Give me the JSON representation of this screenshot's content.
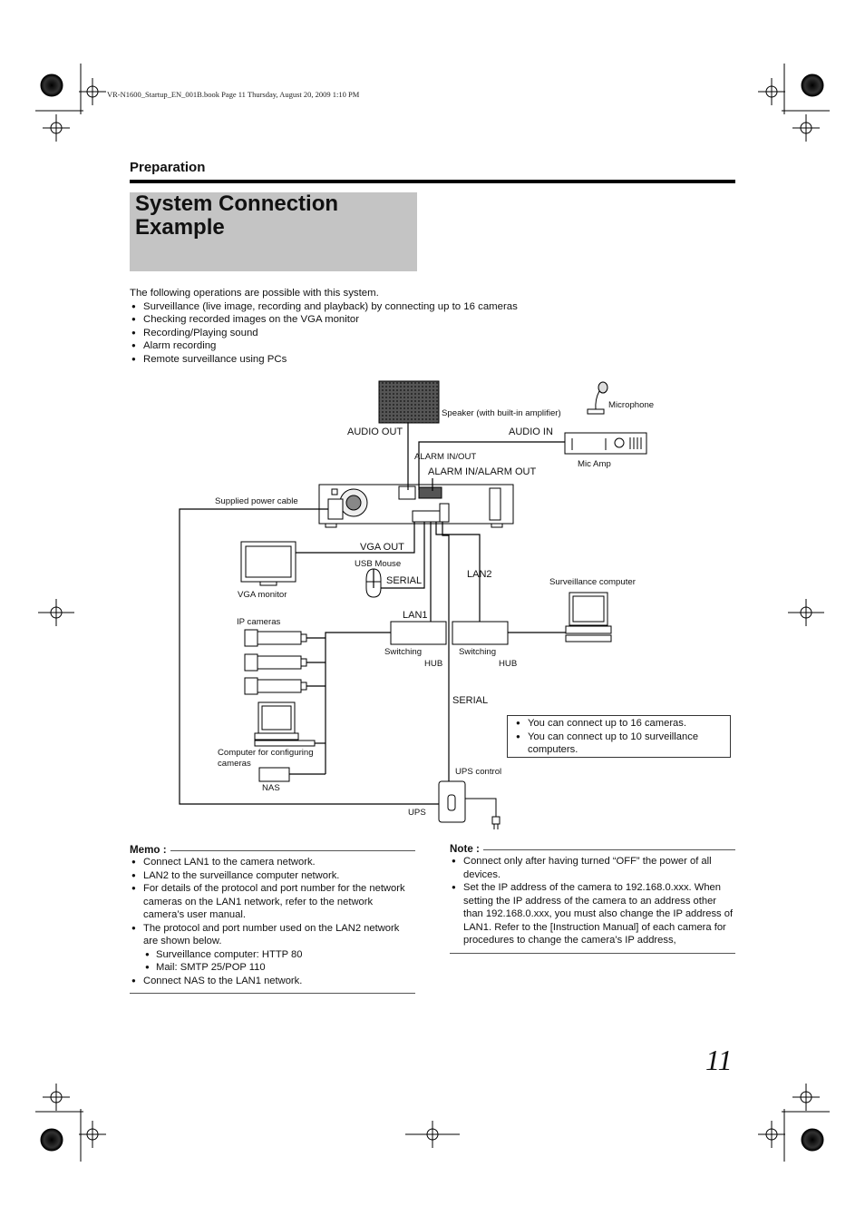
{
  "print_header": "VR-N1600_Startup_EN_001B.book  Page 11  Thursday, August 20, 2009  1:10 PM",
  "section_label": "Preparation",
  "title_line1": "System Connection",
  "title_line2": "Example",
  "intro": {
    "lead": "The following operations are possible with this system.",
    "bullets": [
      "Surveillance (live image, recording and playback) by connecting up to 16 cameras",
      "Checking recorded images on the VGA monitor",
      "Recording/Playing sound",
      "Alarm recording",
      "Remote surveillance using PCs"
    ]
  },
  "diagram": {
    "speaker": "Speaker (with built-in amplifier)",
    "microphone": "Microphone",
    "audio_out": "AUDIO OUT",
    "audio_in": "AUDIO IN",
    "alarm_in_out_small": "ALARM IN/OUT",
    "alarm_in_alarm_out": "ALARM IN/ALARM OUT",
    "mic_amp": "Mic Amp",
    "supplied_power_cable": "Supplied power cable",
    "vga_out": "VGA OUT",
    "usb_mouse": "USB Mouse",
    "serial_top": "SERIAL",
    "lan2": "LAN2",
    "surveillance_computer": "Surveillance computer",
    "vga_monitor": "VGA monitor",
    "ip_cameras": "IP cameras",
    "lan1": "LAN1",
    "switching_1": "Switching",
    "hub_1": "HUB",
    "switching_2": "Switching",
    "hub_2": "HUB",
    "serial_bottom": "SERIAL",
    "computer_config_1": "Computer for configuring",
    "computer_config_2": "cameras",
    "nas": "NAS",
    "ups_control": "UPS control",
    "ups": "UPS"
  },
  "callout": [
    "You can connect up to 16 cameras.",
    "You can connect up to 10 surveillance computers."
  ],
  "memo": {
    "heading": "Memo :",
    "items": [
      "Connect LAN1 to the camera network.",
      "LAN2 to the surveillance computer network.",
      "For details of the protocol and port number for the network cameras on the LAN1 network, refer to the network camera’s user manual.",
      "The protocol and port number used on the LAN2 network are shown below."
    ],
    "sub_items": [
      "Surveillance computer: HTTP 80",
      "Mail: SMTP 25/POP 110"
    ],
    "last_item": "Connect NAS to the LAN1 network."
  },
  "note": {
    "heading": "Note :",
    "items": [
      "Connect only after having turned “OFF” the power of all devices.",
      "Set the IP address of the camera to 192.168.0.xxx. When setting the IP address of the camera to an address other than 192.168.0.xxx, you must also change the IP address of LAN1. Refer to the [Instruction Manual] of each camera for procedures to change the camera’s IP address,"
    ]
  },
  "page_number": "11"
}
